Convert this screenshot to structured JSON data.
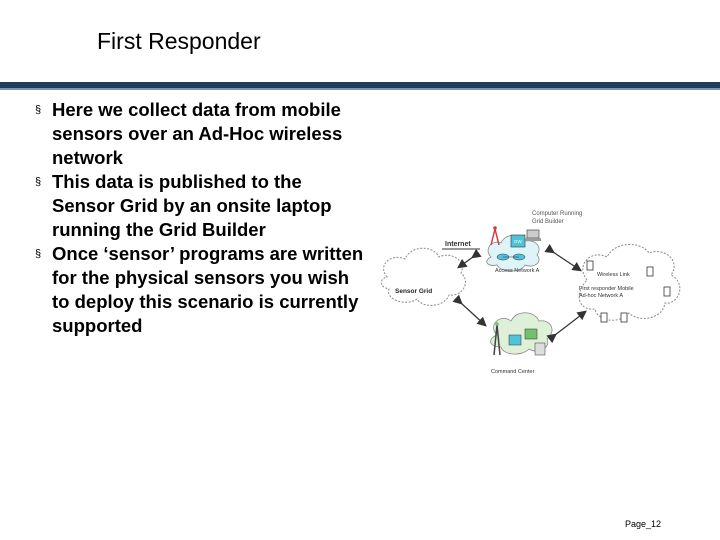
{
  "slide": {
    "title": "First Responder",
    "bullets": [
      "Here we collect data from mobile sensors over an Ad-Hoc wireless network",
      "This data is published to the Sensor Grid by an onsite laptop running the Grid Builder",
      "Once ‘sensor’ programs are written for the physical sensors you wish to deploy this scenario is currently supported"
    ],
    "bullet_marker": "§",
    "page_number": "Page_12"
  },
  "diagram": {
    "internet": "Internet",
    "sensor_grid": "Sensor Grid",
    "computer_running_line1": "Computer Running",
    "computer_running_line2": "Grid Builder",
    "access_network": "Access Network A",
    "wireless_link": "Wireless Link",
    "first_responder_line1": "First responder Mobile",
    "first_responder_line2": "Ad-hoc Network A",
    "command_center": "Command Center",
    "gw_label": "GW"
  },
  "colors": {
    "title_bar": "#1f3d60",
    "title_bar_light": "#7f93ad",
    "cloud_stroke": "#888888",
    "device_cyan": "#4fc3d9",
    "device_green": "#74c06f",
    "tower_red": "#d43a3a"
  }
}
